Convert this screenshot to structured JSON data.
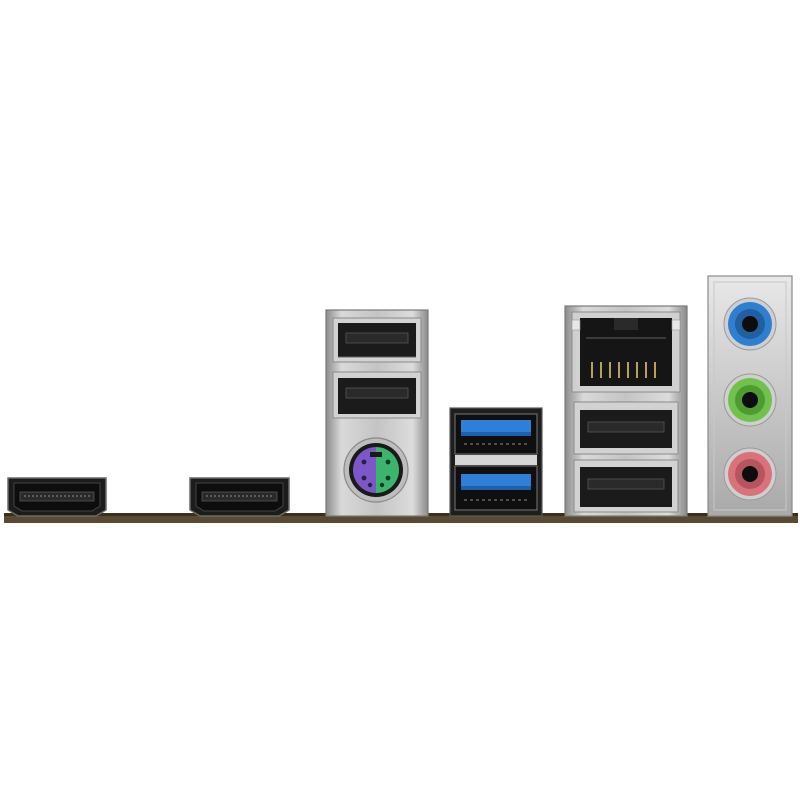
{
  "scene": {
    "background_color": "#ffffff",
    "pcb_edge_color": "#5b4a32"
  },
  "ports": [
    {
      "kind": "hdmi",
      "icon": "hdmi-port-icon",
      "color": "#1a1a1a"
    },
    {
      "kind": "hdmi",
      "icon": "hdmi-port-icon",
      "color": "#1a1a1a"
    },
    {
      "kind": "usb2-stack-with-ps2",
      "icon": "usb-port-icon",
      "ps2_colors": [
        "#7b57c8",
        "#3cb46e"
      ]
    },
    {
      "kind": "usb3-stack",
      "icon": "usb3-port-icon",
      "color": "#2f7fd8"
    },
    {
      "kind": "rj45-with-usb2",
      "icon": "ethernet-port-icon"
    },
    {
      "kind": "audio-jacks",
      "icon": "audio-jack-icon",
      "jack_colors": [
        "#2e7fd0",
        "#6fc24a",
        "#d9727a"
      ]
    }
  ]
}
